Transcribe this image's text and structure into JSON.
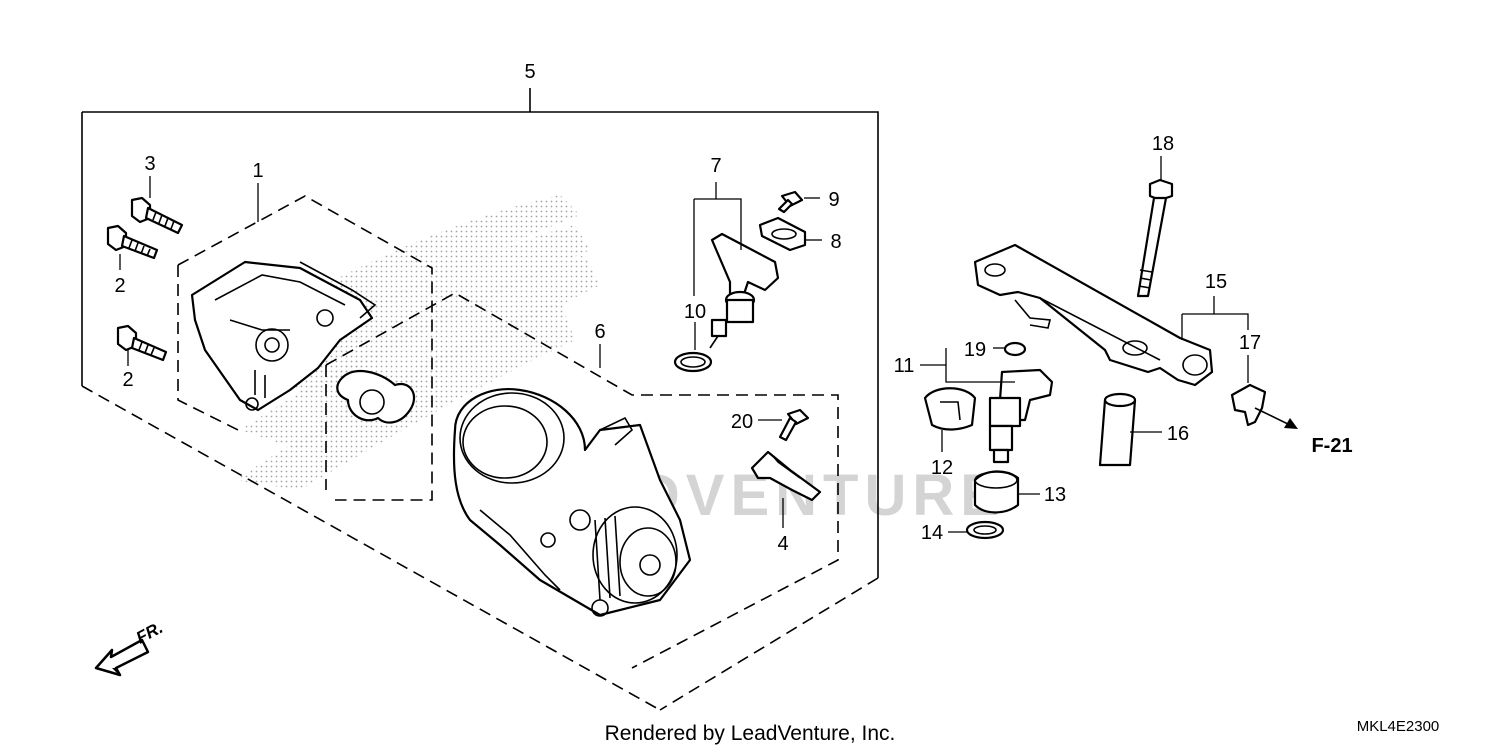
{
  "diagram": {
    "callouts": [
      "1",
      "2",
      "2",
      "3",
      "4",
      "5",
      "6",
      "7",
      "8",
      "9",
      "10",
      "11",
      "12",
      "13",
      "14",
      "15",
      "16",
      "17",
      "18",
      "19",
      "20"
    ],
    "reference_label": "F-21",
    "front_label": "FR.",
    "credit": "Rendered by LeadVenture, Inc.",
    "diagram_code": "MKL4E2300",
    "watermark_text": "ADVENTURE"
  },
  "colors": {
    "line": "#000000",
    "background": "#ffffff",
    "watermark": "#c8c8c8"
  }
}
